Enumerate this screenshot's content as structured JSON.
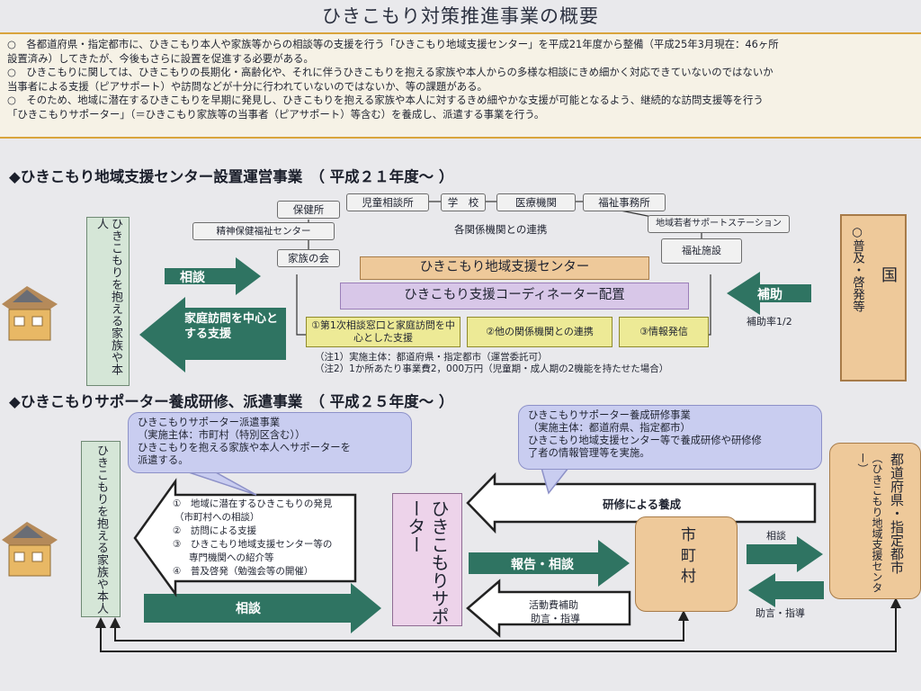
{
  "title": "ひきこもり対策推進事業の概要",
  "summary": [
    "○　各都道府県・指定都市に、ひきこもり本人や家族等からの相談等の支援を行う「ひきこもり地域支援センター」を平成21年度から整備（平成25年3月現在：46ヶ所",
    "設置済み）してきたが、今後もさらに設置を促進する必要がある。",
    "○　ひきこもりに関しては、ひきこもりの長期化・高齢化や、それに伴うひきこもりを抱える家族や本人からの多様な相談にきめ細かく対応できていないのではないか",
    "当事者による支援（ピアサポート）や訪問などが十分に行われていないのではないか、等の課題がある。",
    "○　そのため、地域に潜在するひきこもりを早期に発見し、ひきこもりを抱える家族や本人に対するきめ細やかな支援が可能となるよう、継続的な訪問支援等を行う",
    "「ひきこもりサポーター」（＝ひきこもり家族等の当事者（ピアサポート）等含む）を養成し、派遣する事業を行う。"
  ],
  "section1": {
    "heading": "◆ひきこもり地域支援センター設置運営事業　（ 平成２１年度～ ）",
    "family_box": "ひきこもりを抱える家族や本人",
    "arrow_consult": "相談",
    "arrow_home_visit": "家庭訪問を中心とする支援",
    "orgs": {
      "hokenjo": "保健所",
      "jido": "児童相談所",
      "gakko": "学　校",
      "iryo": "医療機関",
      "fukushi_jimusho": "福祉事務所",
      "seishin": "精神保健福祉センター",
      "wakamono": "地域若者サポートステーション",
      "fukushi_shisetsu": "福祉施設",
      "kazoku": "家族の会"
    },
    "renkei_label": "各関係機関との連携",
    "center_label": "ひきこもり地域支援センター",
    "coordinator_label": "ひきこもり支援コーディネーター配置",
    "functions": [
      "①第1次相談窓口と家庭訪問を中心とした支援",
      "②他の関係機関との連携",
      "③情報発信"
    ],
    "notes": [
      "（注1）実施主体：都道府県・指定都市（運営委託可）",
      "（注2）1か所あたり事業費2，000万円（児童期・成人期の2機能を持たせた場合）"
    ],
    "arrow_subsidy": "補助",
    "subsidy_rate": "補助率1/2",
    "kuni_label": "国",
    "kuni_text": "○普及・啓発等"
  },
  "section2": {
    "heading": "◆ひきこもりサポーター養成研修、派遣事業　（ 平成２５年度～ ）",
    "family_box": "ひきこもりを抱える家族や本人",
    "bubble_left": [
      "ひきこもりサポーター派遣事業",
      "（実施主体：市町村（特別区含む））",
      "ひきこもりを抱える家族や本人へサポーターを",
      "派遣する。"
    ],
    "bubble_right": [
      "ひきこもりサポーター養成研修事業",
      "（実施主体：都道府県、指定都市）",
      "ひきこもり地域支援センター等で養成研修や研修修",
      "了者の情報管理等を実施。"
    ],
    "services": [
      "①　地域に潜在するひきこもりの発見",
      "（市町村への相談）",
      "②　訪問による支援",
      "③　ひきこもり地域支援センター等の",
      "専門機関への紹介等",
      "④　普及啓発（勉強会等の開催）"
    ],
    "supporter_label": "ひきこもりサポーター",
    "training_arrow": "研修による養成",
    "report_arrow": "報告・相談",
    "activity_arrow_1": "活動費補助",
    "activity_arrow_2": "助言・指導",
    "consult_arrow": "相談",
    "shichoson_label": "市町村",
    "soudan_right": "相談",
    "jogen_right": "助言・指導",
    "pref_label": "都道府県・指定都市",
    "pref_sub": "（ひきこもり地域支援センター）"
  },
  "colors": {
    "green_arrow": "#2f7462",
    "orange_box": "#eec99a",
    "purple_box": "#d8c7e8",
    "yellow_box": "#edea96",
    "family_box": "#d5e6d7",
    "bubble": "#c9cdf0",
    "summary_border": "#d9a43c"
  }
}
